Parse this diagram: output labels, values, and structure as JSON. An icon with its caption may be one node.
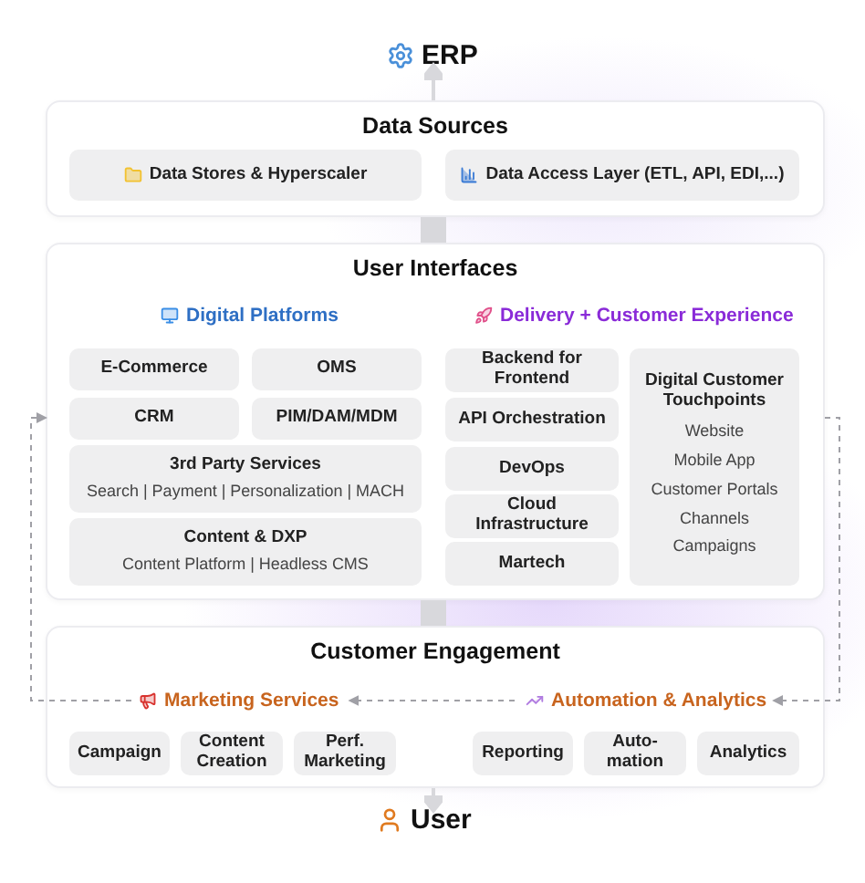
{
  "diagram": {
    "nodes": [
      {
        "text": [
          "ERP"
        ]
      },
      {
        "text": [
          "Data Sources"
        ]
      },
      {
        "text": [
          "Data Stores & Hyperscaler"
        ],
        "in": 1
      },
      {
        "text": [
          "Data Access Layer (ETL, API, EDI,...)"
        ],
        "in": 1
      },
      {
        "text": [
          "User Interfaces"
        ]
      },
      {
        "text": [
          "Digital Platforms"
        ],
        "in": 4
      },
      {
        "text": [
          "Delivery + Customer Experience"
        ],
        "in": 4
      },
      {
        "text": [
          "E-Commerce"
        ],
        "in": 4
      },
      {
        "text": [
          "OMS"
        ],
        "in": 4
      },
      {
        "text": [
          "CRM"
        ],
        "in": 4
      },
      {
        "text": [
          "PIM/DAM/MDM"
        ],
        "in": 4
      },
      {
        "text": [
          "3rd Party Services",
          "Search | Payment | Personalization | MACH"
        ],
        "in": 4
      },
      {
        "text": [
          "Content & DXP",
          "Content Platform | Headless CMS"
        ],
        "in": 4
      },
      {
        "text": [
          "Backend for Frontend"
        ],
        "in": 4
      },
      {
        "text": [
          "API Orchestration"
        ],
        "in": 4
      },
      {
        "text": [
          "DevOps"
        ],
        "in": 4
      },
      {
        "text": [
          "Cloud Infrastructure"
        ],
        "in": 4
      },
      {
        "text": [
          "Martech"
        ],
        "in": 4
      },
      {
        "text": [
          "Digital Customer Touchpoints",
          "Website",
          "Mobile App",
          "Customer Portals",
          "Channels",
          "Campaigns"
        ],
        "in": 4
      },
      {
        "text": [
          "Customer Engagement"
        ]
      },
      {
        "text": [
          "Marketing Services"
        ],
        "in": 19
      },
      {
        "text": [
          "Automation & Analytics"
        ],
        "in": 19
      },
      {
        "text": [
          "Campaign"
        ],
        "in": 19
      },
      {
        "text": [
          "Content Creation"
        ],
        "in": 19
      },
      {
        "text": [
          "Perf. Marketing"
        ],
        "in": 19
      },
      {
        "text": [
          "Reporting"
        ],
        "in": 19
      },
      {
        "text": [
          "Auto-mation"
        ],
        "in": 19
      },
      {
        "text": [
          "Analytics"
        ],
        "in": 19
      },
      {
        "text": [
          "User"
        ]
      }
    ],
    "edges": [
      {
        "from": 1,
        "to": 0,
        "arrow": "to"
      },
      {
        "from": 1,
        "to": 4,
        "arrow": "none",
        "style": "thick"
      },
      {
        "from": 4,
        "to": 19,
        "arrow": "none",
        "style": "thick"
      },
      {
        "from": 19,
        "to": 28,
        "arrow": "to"
      },
      {
        "from": 20,
        "to": 4,
        "arrow": "to",
        "style": "dashed"
      },
      {
        "from": 4,
        "to": 21,
        "arrow": "to",
        "style": "dashed"
      },
      {
        "from": 21,
        "to": 20,
        "arrow": "to",
        "style": "dashed"
      }
    ]
  }
}
